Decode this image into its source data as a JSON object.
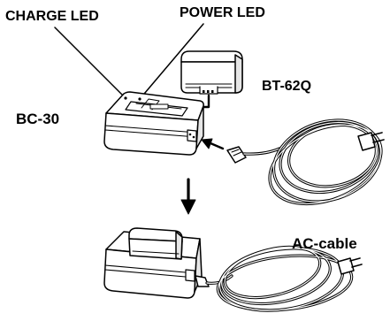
{
  "labels": {
    "charge_led": "CHARGE LED",
    "power_led": "POWER LED",
    "battery": "BT-62Q",
    "charger": "BC-30",
    "ac_cable": "AC-cable"
  },
  "colors": {
    "line": "#000000",
    "body": "#ffffff",
    "shade": "#e6e6e6"
  }
}
